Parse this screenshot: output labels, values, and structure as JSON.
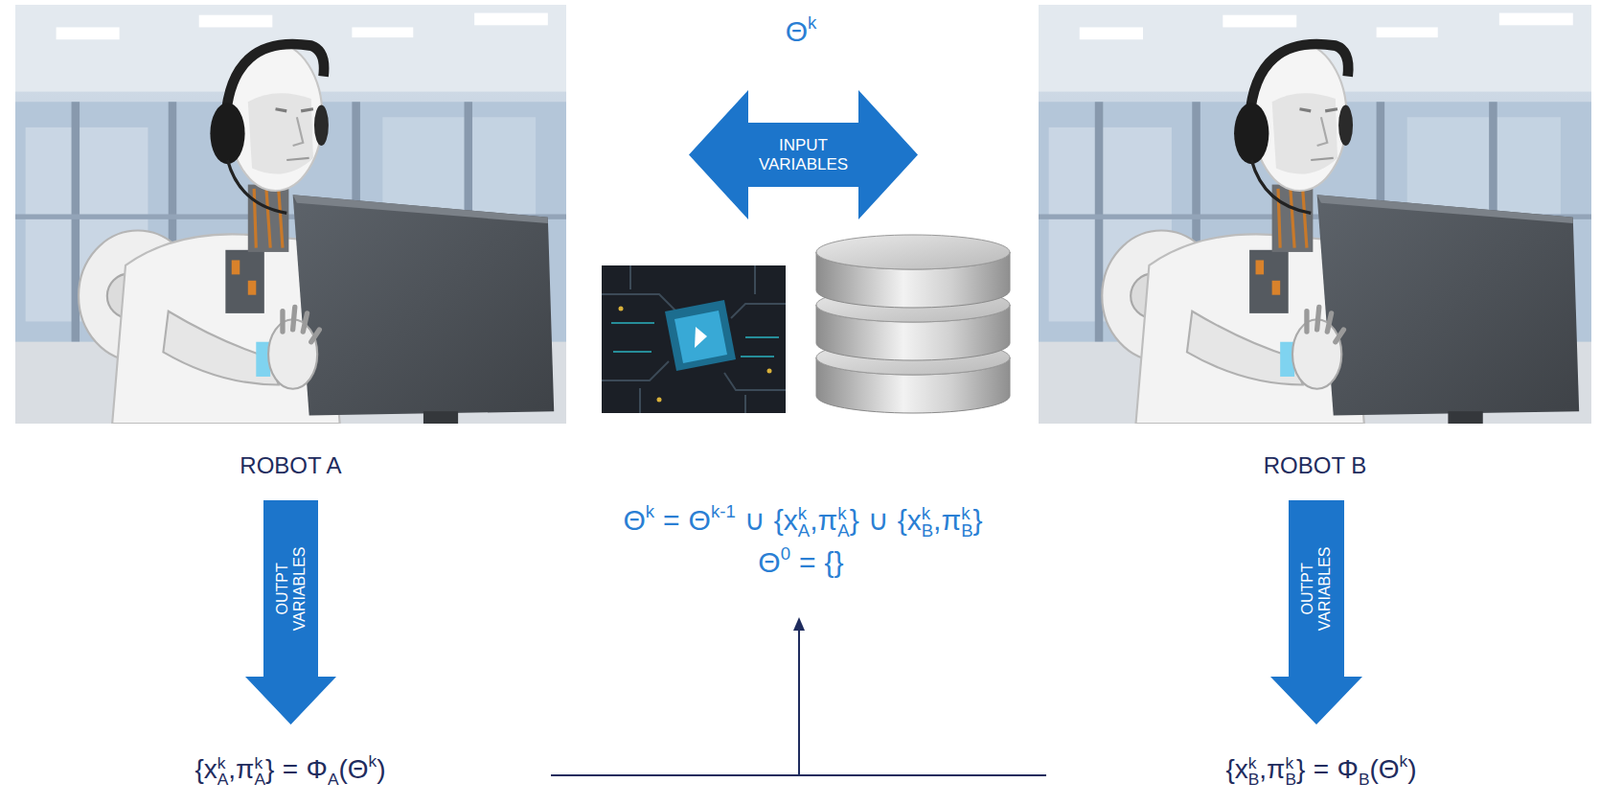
{
  "diagram": {
    "nodes": [
      {
        "text": [
          "ROBOT A"
        ]
      },
      {
        "text": [
          "INPUT VARIABLES"
        ]
      },
      {
        "text": [
          "ROBOT B"
        ]
      },
      {
        "text": [
          "OUTPT VARIABLES"
        ]
      },
      {
        "text": [
          "OUTPT VARIABLES"
        ]
      }
    ],
    "labels": [
      "Θ",
      "k",
      "Θ",
      "k",
      "=",
      "Θ",
      "k-1",
      "∪",
      "{x",
      "k",
      "A",
      ",π",
      "k",
      "A",
      "}",
      "∪",
      "{x",
      "k",
      "B",
      ",π",
      "k",
      "B",
      "}",
      "Θ",
      "0",
      "=",
      "{}",
      "{x",
      "k",
      "A",
      ",π",
      "k",
      "A",
      "}",
      "=",
      "Φ",
      "A",
      "(Θ",
      "k",
      ")",
      "{x",
      "k",
      "B",
      ",π",
      "k",
      "B",
      "}",
      "=",
      "Φ",
      "B",
      "(Θ",
      "k",
      ")"
    ]
  }
}
